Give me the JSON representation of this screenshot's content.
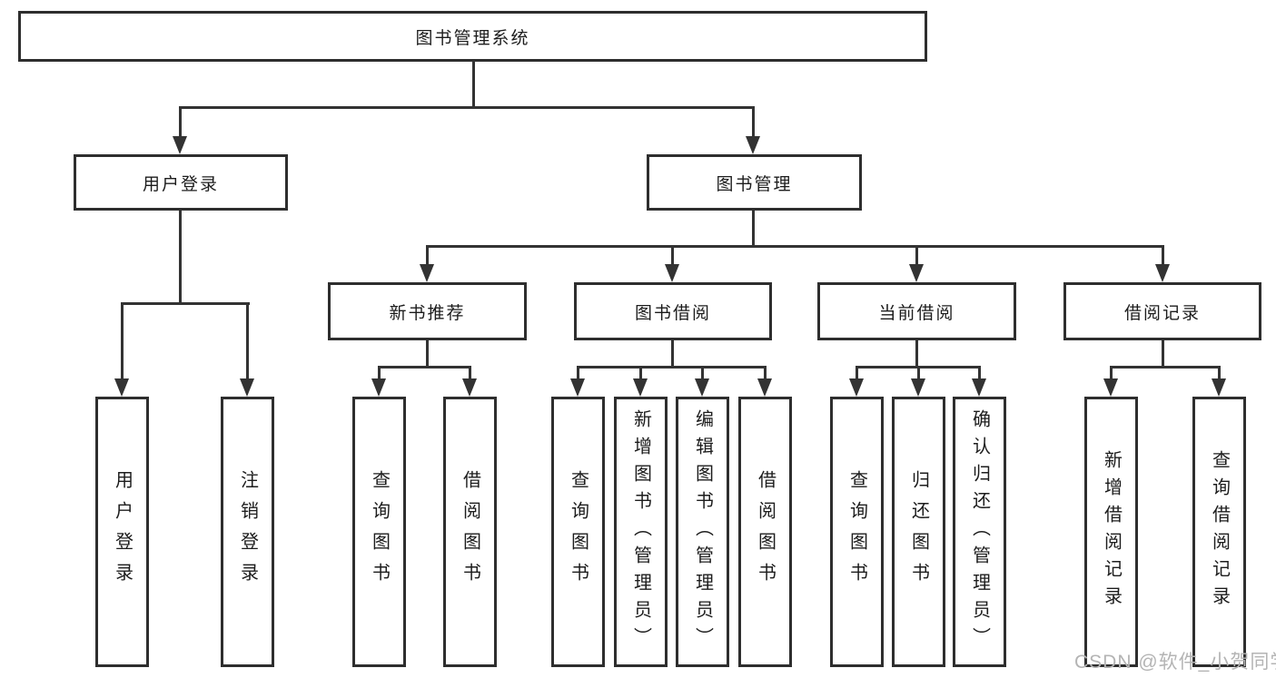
{
  "nodes": {
    "root": "图书管理系统",
    "level1": [
      "用户登录",
      "图书管理"
    ],
    "level2": [
      "新书推荐",
      "图书借阅",
      "当前借阅",
      "借阅记录"
    ],
    "level3": {
      "under_user_login": [
        "用户登录",
        "注销登录"
      ],
      "under_new_book": [
        "查询图书",
        "借阅图书"
      ],
      "under_book_borrow": [
        "查询图书",
        "新增图书（管理员）",
        "编辑图书（管理员）",
        "借阅图书"
      ],
      "under_current_borrow": [
        "查询图书",
        "归还图书",
        "确认归还（管理员）"
      ],
      "under_borrow_records": [
        "新增借阅记录",
        "查询借阅记录"
      ]
    }
  },
  "watermark": "CSDN @软件_小贺同学",
  "colors": {
    "line": "#333333",
    "box_border": "#2e2e2e",
    "text": "#1c1c1c",
    "watermark": "#b4b4b4",
    "background": "#ffffff"
  }
}
